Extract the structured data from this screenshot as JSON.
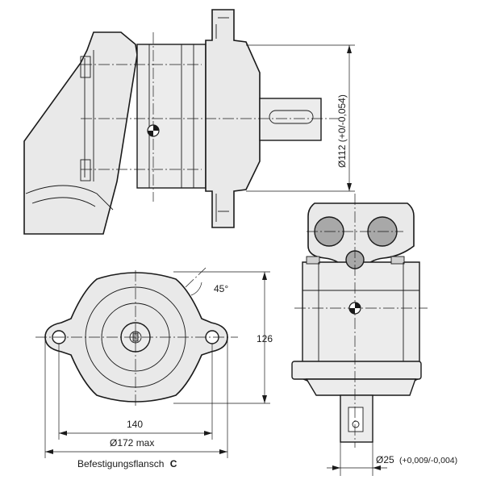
{
  "dimensions": {
    "shaft_diameter_top": "Ø112 (+0/-0,054)",
    "height_flange": "126",
    "bolt_spacing": "140",
    "flange_diameter": "Ø172 max",
    "angle": "45°",
    "shaft_diameter_bottom": "Ø25",
    "shaft_tolerance_bottom": "(+0,009/-0,004)"
  },
  "caption": {
    "text": "Befestigungsflansch",
    "letter": "C"
  }
}
